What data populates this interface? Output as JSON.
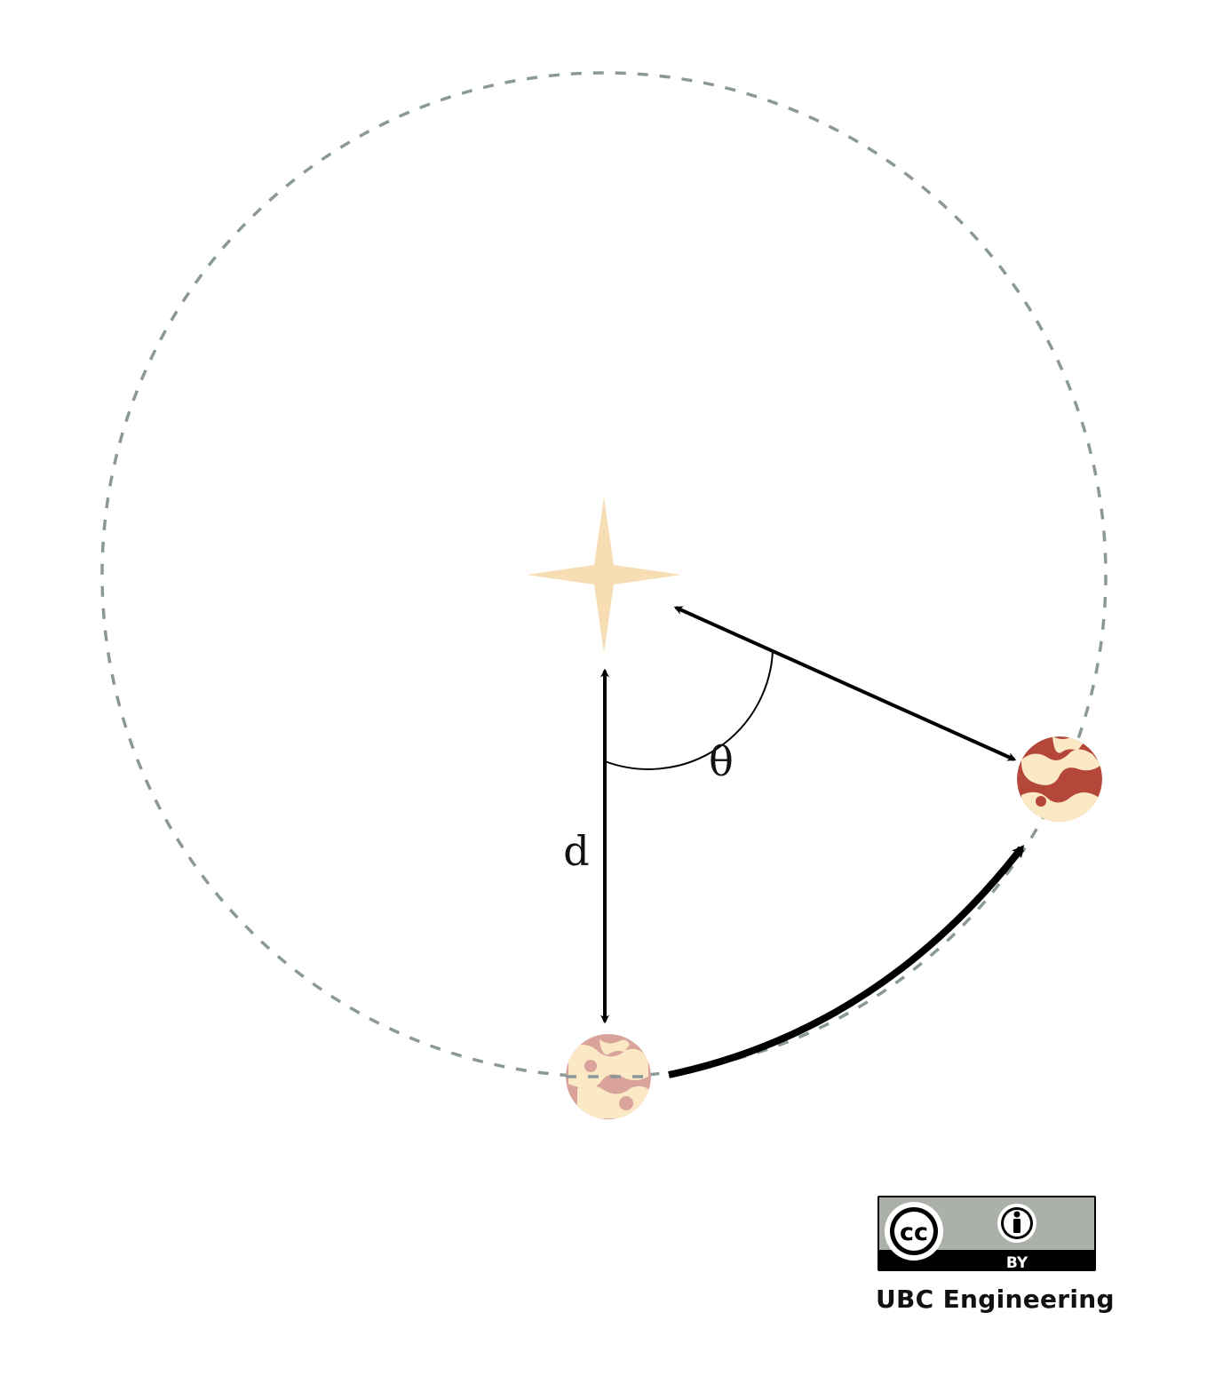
{
  "labels": {
    "distance": "d",
    "angle": "θ"
  },
  "license": {
    "cc_text": "cc",
    "by_text": "BY"
  },
  "credit": "UBC Engineering",
  "colors": {
    "orbit": "#8a9898",
    "star": "#f7ddb3",
    "planet_dark": "#b5473a",
    "planet_light": "#fbe8c4",
    "planet_faded": "#d9a39c",
    "arrow": "#000000",
    "badge_gray": "#abb0a9"
  }
}
